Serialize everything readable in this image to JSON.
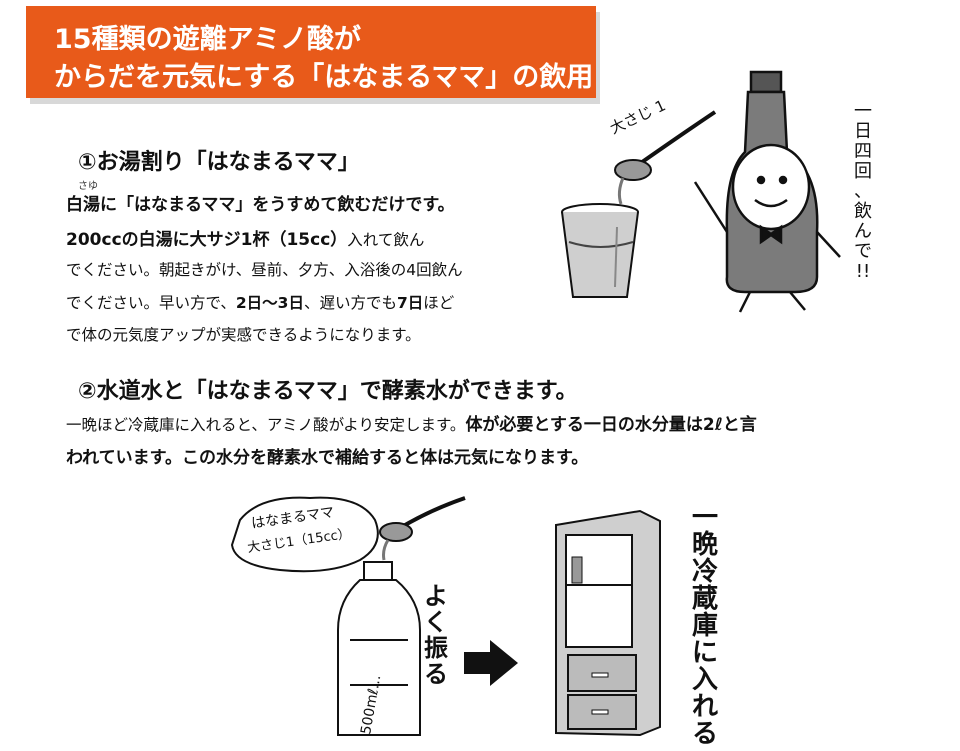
{
  "title": {
    "line1": "15種類の遊離アミノ酸が",
    "line2": "からだを元気にする「はなまるママ」の飲用"
  },
  "section1": {
    "heading": "①お湯割り「はなまるママ」",
    "ruby": "さゆ",
    "line1": "白湯に「はなまるママ」をうすめて飲むだけです。",
    "line2": "200ccの白湯に大サジ1杯（15cc）",
    "line2b": "入れて飲ん",
    "line3": "でください。朝起きがけ、昼前、夕方、入浴後の4回飲ん",
    "line4a": "でください。早い方で、",
    "line4b": "2日〜3日",
    "line4c": "、遅い方でも",
    "line4d": "7日",
    "line4e": "ほど",
    "line5": "で体の元気度アップが実感できるようになります。"
  },
  "section2": {
    "heading": "②水道水と「はなまるママ」で酵素水ができます。",
    "line1a": "一晩ほど冷蔵庫に入れると、アミノ酸がより安定します。",
    "line1b": "体が必要とする一日の水分量は2ℓと言",
    "line2": "われています。この水分を酵素水で補給すると体は元気になります。"
  },
  "illustration1": {
    "spoon_label": "大さじ 1",
    "side_note": [
      "一",
      "日",
      "四",
      "回",
      "、",
      "飲",
      "ん",
      "で",
      "!!"
    ]
  },
  "illustration2": {
    "bubble_line1": "はなまるママ",
    "bubble_line2": "大さじ1（15cc）",
    "bottle_label": "500mℓ…",
    "shake": [
      "よ",
      "く",
      "振",
      "る"
    ],
    "fridge": [
      "一",
      "晩",
      "冷",
      "蔵",
      "庫",
      "に",
      "入",
      "れ",
      "る"
    ]
  }
}
